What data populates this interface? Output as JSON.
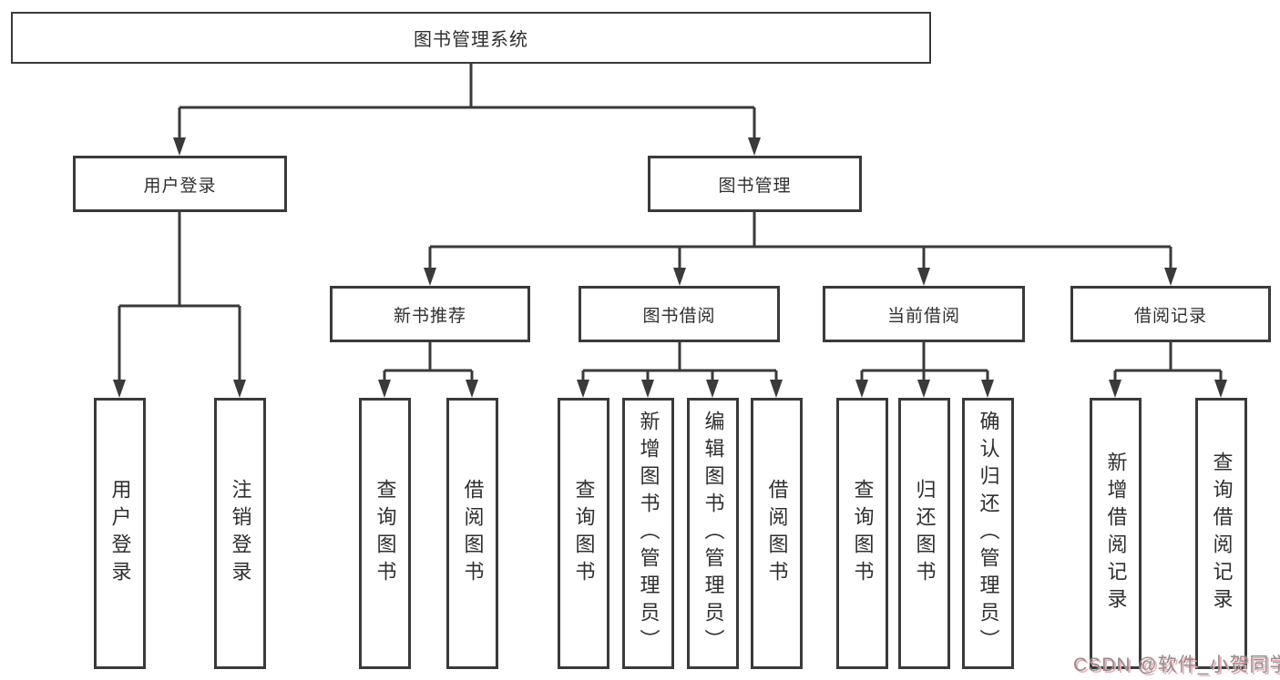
{
  "diagram": {
    "root": {
      "label": "图书管理系统"
    },
    "level2": [
      {
        "label": "用户登录"
      },
      {
        "label": "图书管理"
      }
    ],
    "level3": [
      {
        "label": "新书推荐"
      },
      {
        "label": "图书借阅"
      },
      {
        "label": "当前借阅"
      },
      {
        "label": "借阅记录"
      }
    ],
    "leaves": {
      "user_login": [
        "用户登录",
        "注销登录"
      ],
      "new_books": [
        "查询图书",
        "借阅图书"
      ],
      "book_borrow": [
        "查询图书",
        "新增图书（管理员）",
        "编辑图书（管理员）",
        "借阅图书"
      ],
      "current_borrow": [
        "查询图书",
        "归还图书",
        "确认归还（管理员）"
      ],
      "borrow_records": [
        "新增借阅记录",
        "查询借阅记录"
      ]
    },
    "colors": {
      "line": "#3a3a3a",
      "text": "#2f2f2f",
      "watermark_gray": "#8f8f8f",
      "watermark_pink": "#f2aab4"
    },
    "watermark": "CSDN @软件_小贺同学"
  }
}
